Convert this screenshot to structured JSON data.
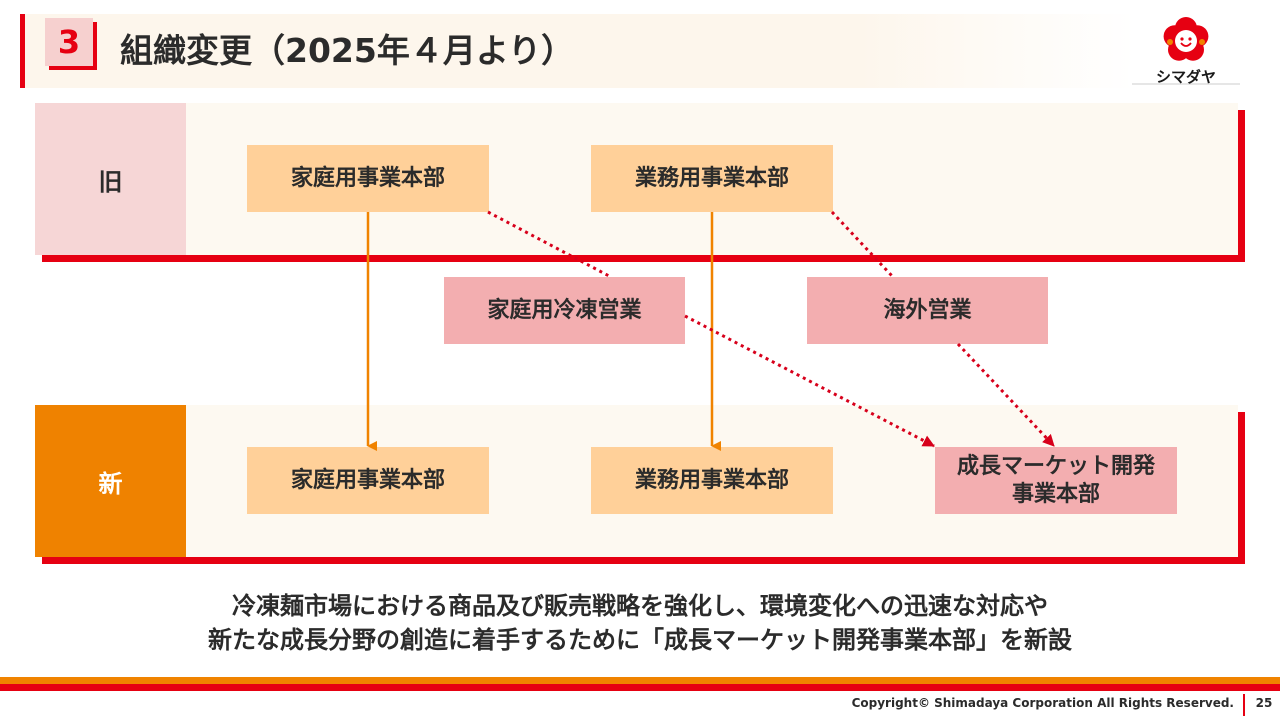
{
  "header": {
    "section_number": "3",
    "title": "組織変更（2025年４月より）"
  },
  "logo": {
    "text": "シマダヤ"
  },
  "old_org": {
    "label": "旧",
    "units": [
      "家庭用事業本部",
      "業務用事業本部"
    ]
  },
  "moving_units": [
    "家庭用冷凍営業",
    "海外営業"
  ],
  "new_org": {
    "label": "新",
    "units": [
      "家庭用事業本部",
      "業務用事業本部"
    ],
    "new_unit_line1": "成長マーケット開発",
    "new_unit_line2": "事業本部"
  },
  "caption": {
    "line1": "冷凍麺市場における商品及び販売戦略を強化し、環境変化への迅速な対応や",
    "line2": "新たな成長分野の創造に着手するために「成長マーケット開発事業本部」を新設"
  },
  "footer": {
    "copyright": "Copyright© Shimadaya Corporation All Rights Reserved.",
    "page": "25"
  },
  "colors": {
    "accent_red": "#e60012",
    "accent_orange": "#f08300",
    "unit_orange": "#ffd099",
    "unit_pink": "#f3aeb0",
    "panel_old_label": "#f6d6d6",
    "panel_new_label": "#ef8200"
  }
}
